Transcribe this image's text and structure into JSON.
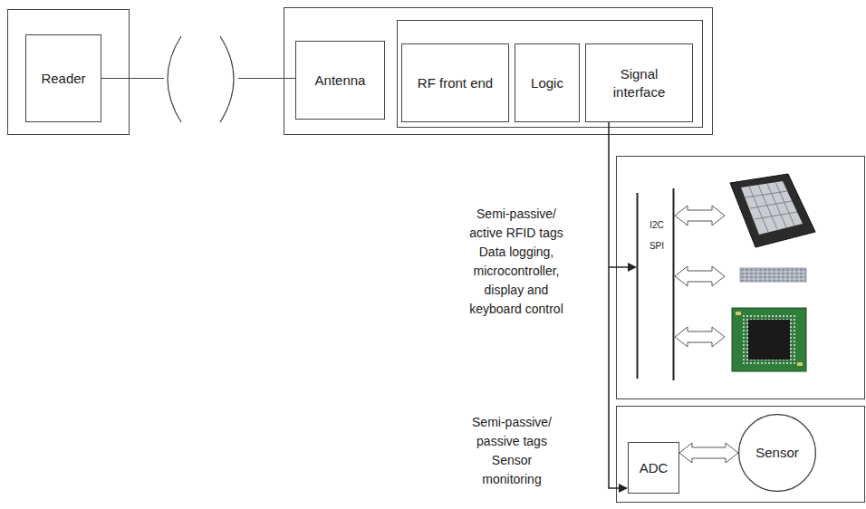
{
  "diagram": {
    "nodes": [
      {
        "text": [
          "Reader"
        ]
      },
      {
        "text": [
          "Antenna"
        ]
      },
      {
        "text": [
          "RF front end"
        ]
      },
      {
        "text": [
          "Logic"
        ]
      },
      {
        "text": [
          "Signal interface"
        ]
      },
      {
        "text": [
          "ADC"
        ]
      },
      {
        "text": [
          "Sensor"
        ]
      }
    ],
    "edges": [
      {
        "from": 0,
        "to": 1,
        "arrow": "none"
      },
      {
        "from": 4,
        "to": 5,
        "arrow": "to"
      },
      {
        "from": 5,
        "to": 6,
        "arrow": "both"
      }
    ],
    "labels": [
      "Semi-passive/ active RFID tags Data logging, microcontroller, display and keyboard control",
      "I2C",
      "SPI",
      "Semi-passive/ passive tags Sensor monitoring"
    ]
  }
}
